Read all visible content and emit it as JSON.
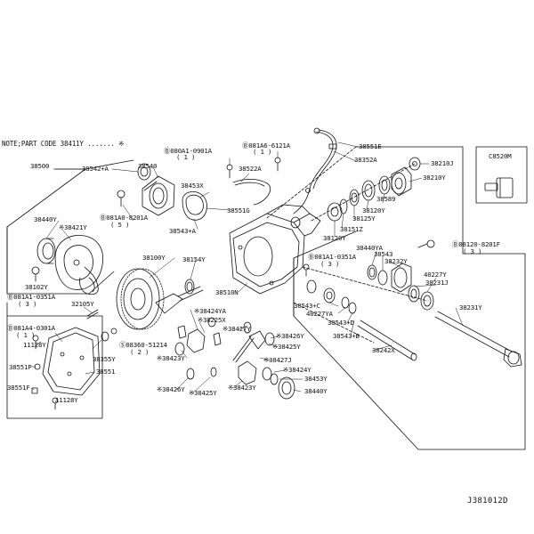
{
  "note": "NOTE;PART CODE 38411Y ....... ※",
  "diagram_code": "J381012D",
  "inset_label": "C8520M",
  "labels": {
    "l38500": "38500",
    "l38542A": "38542+A",
    "l38540": "38540",
    "l080A10901A": "Ⓑ080A1-0901A",
    "l080A10901A_q": "( 1 )",
    "l081A66121A": "Ⓑ081A6-6121A",
    "l081A66121A_q": "( 1 )",
    "l38551E": "38551E",
    "l38352A": "38352A",
    "l38210J": "38210J",
    "l38210Y": "38210Y",
    "l38522A": "38522A",
    "l38453X": "38453X",
    "l081A08201A": "Ⓑ081A0-8201A",
    "l081A08201A_q": "( 5 )",
    "l38543A": "38543+A",
    "l38551G": "38551G",
    "l38589": "38589",
    "l38120Y_a": "38120Y",
    "l38125Y": "38125Y",
    "l38151Z": "38151Z",
    "l38120Y_b": "38120Y",
    "l38440Y_a": "38440Y",
    "l38421Y": "※38421Y",
    "l38100Y": "38100Y",
    "l38154Y": "38154Y",
    "l081A10351A_a": "Ⓑ081A1-0351A",
    "l081A10351A_a_q": "( 3 )",
    "l38440YA": "38440YA",
    "l38543": "38543",
    "l38232Y": "38232Y",
    "l08120": "Ⓑ08120-8201F",
    "l08120_q": "( 3 )",
    "l38102Y": "38102Y",
    "l38510N": "38510N",
    "l40227Y": "40227Y",
    "l38231J": "38231J",
    "l081A10351A_b": "Ⓑ081A1-0351A",
    "l081A10351A_b_q": "( 3 )",
    "l38543C": "38543+C",
    "l40227YA": "40227YA",
    "l38231Y": "38231Y",
    "l32105Y": "32105Y",
    "l38424YA": "※38424YA",
    "l38225X": "※38225X",
    "l38543D": "38543+D",
    "l081A40301A": "Ⓑ081A4-0301A",
    "l081A40301A_q": "( 1 )",
    "l38427Y": "※38427Y",
    "l38426Y_a": "※38426Y",
    "l38543B": "38543+B",
    "l08360": "Ⓢ08360-51214",
    "l08360_q": "( 2 )",
    "l38425Y_a": "※38425Y",
    "l38242X": "38242X",
    "l11128Y_a": "11128Y",
    "l38355Y": "38355Y",
    "l38423Y_a": "※38423Y",
    "l38427J": "※38427J",
    "l38551P": "38551P",
    "l38551": "38551",
    "l38424Y": "※38424Y",
    "l38453Y": "38453Y",
    "l38551F": "38551F",
    "l38426Y_b": "※38426Y",
    "l38425Y_b": "※38425Y",
    "l38423Y_b": "※38423Y",
    "l38440Y_b": "38440Y",
    "l11128Y_b": "11128Y"
  }
}
